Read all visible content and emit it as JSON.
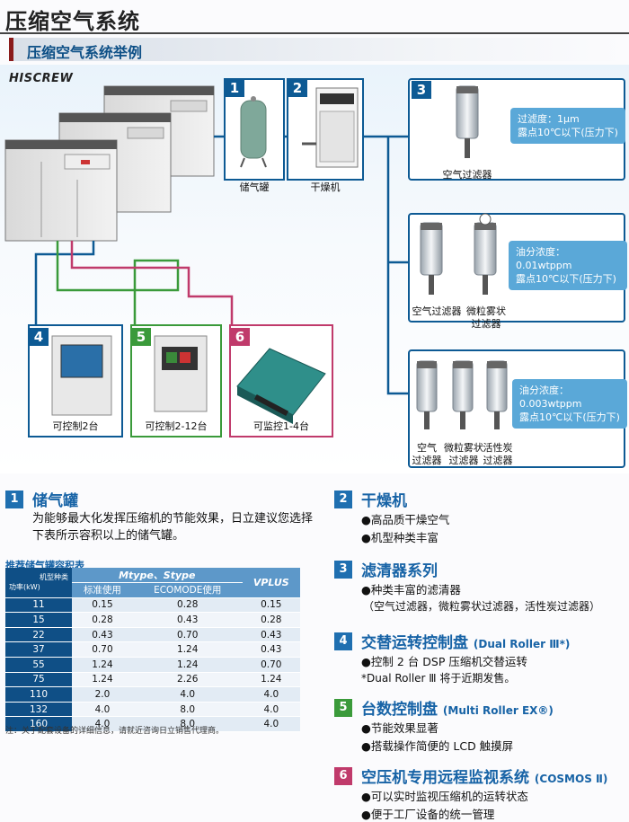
{
  "header": {
    "title": "压缩空气系统",
    "subtitle": "压缩空气系统举例"
  },
  "diagram": {
    "brand": "HISCREW",
    "items": [
      {
        "num": "1",
        "caption": "储气罐"
      },
      {
        "num": "2",
        "caption": "干燥机"
      },
      {
        "num": "3",
        "caption": "空气过滤器",
        "bubble_lines": [
          "过滤度：1μm",
          "露点10℃以下(压力下)"
        ]
      },
      {
        "num": "4",
        "caption": "可控制2台"
      },
      {
        "num": "5",
        "caption": "可控制2-12台"
      },
      {
        "num": "6",
        "caption": "可监控1-4台"
      }
    ],
    "filter_row2": {
      "bubble_lines": [
        "油分浓度：0.01wtppm",
        "露点10℃以下(压力下)"
      ],
      "captions": [
        [
          "空气过滤器"
        ],
        [
          "微粒雾状",
          "过滤器"
        ]
      ]
    },
    "filter_row3": {
      "bubble_lines": [
        "油分浓度：0.003wtppm",
        "露点10℃以下(压力下)"
      ],
      "captions": [
        [
          "空气",
          "过滤器"
        ],
        [
          "微粒雾状",
          "过滤器"
        ],
        [
          "活性炭",
          "过滤器"
        ]
      ]
    }
  },
  "sections": {
    "s1": {
      "num": "1",
      "title": "储气罐",
      "desc": "为能够最大化发挥压缩机的节能效果，日立建议您选择下表所示容积以上的储气罐。"
    },
    "s2": {
      "num": "2",
      "title": "干燥机",
      "bullets": [
        "●高品质干燥空气",
        "●机型种类丰富"
      ]
    },
    "s3": {
      "num": "3",
      "title": "滤清器系列",
      "bullets": [
        "●种类丰富的滤清器",
        "（空气过滤器，微粒雾状过滤器，活性炭过滤器）"
      ]
    },
    "s4": {
      "num": "4",
      "title": "交替运转控制盘",
      "sub": "(Dual Roller Ⅲ*)",
      "bullets": [
        "●控制 2 台 DSP 压缩机交替运转",
        "*Dual Roller Ⅲ 将于近期发售。"
      ]
    },
    "s5": {
      "num": "5",
      "title": "台数控制盘",
      "sub": "(Multi Roller EX®)",
      "bullets": [
        "●节能效果显著",
        "●搭载操作简便的 LCD 触摸屏"
      ]
    },
    "s6": {
      "num": "6",
      "title": "空压机专用远程监视系统",
      "sub": "(COSMOS Ⅱ)",
      "bullets": [
        "●可以实时监视压缩机的运转状态",
        "●便于工厂设备的统一管理"
      ]
    }
  },
  "table": {
    "title": "推荐储气罐容积表",
    "corner_top": "机型种类",
    "corner_bottom": "功率(kW)",
    "group1": "Mtype、Stype",
    "group2": "VPLUS",
    "col1": "标准使用",
    "col2": "ECOMODE使用",
    "rows": [
      [
        "11",
        "0.15",
        "0.28",
        "0.15"
      ],
      [
        "15",
        "0.28",
        "0.43",
        "0.28"
      ],
      [
        "22",
        "0.43",
        "0.70",
        "0.43"
      ],
      [
        "37",
        "0.70",
        "1.24",
        "0.43"
      ],
      [
        "55",
        "1.24",
        "1.24",
        "0.70"
      ],
      [
        "75",
        "1.24",
        "2.26",
        "1.24"
      ],
      [
        "110",
        "2.0",
        "4.0",
        "4.0"
      ],
      [
        "132",
        "4.0",
        "8.0",
        "4.0"
      ],
      [
        "160",
        "4.0",
        "8.0",
        "4.0"
      ]
    ],
    "note": "注：关于配套设备的详细信息，请就近咨询日立销售代理商。"
  },
  "colors": {
    "accent_blue": "#1763a6",
    "pipe_blue": "#0d5a94",
    "pipe_green": "#3a9a3a",
    "pipe_pink": "#c03a6b",
    "bubble": "#5aa8d8"
  }
}
